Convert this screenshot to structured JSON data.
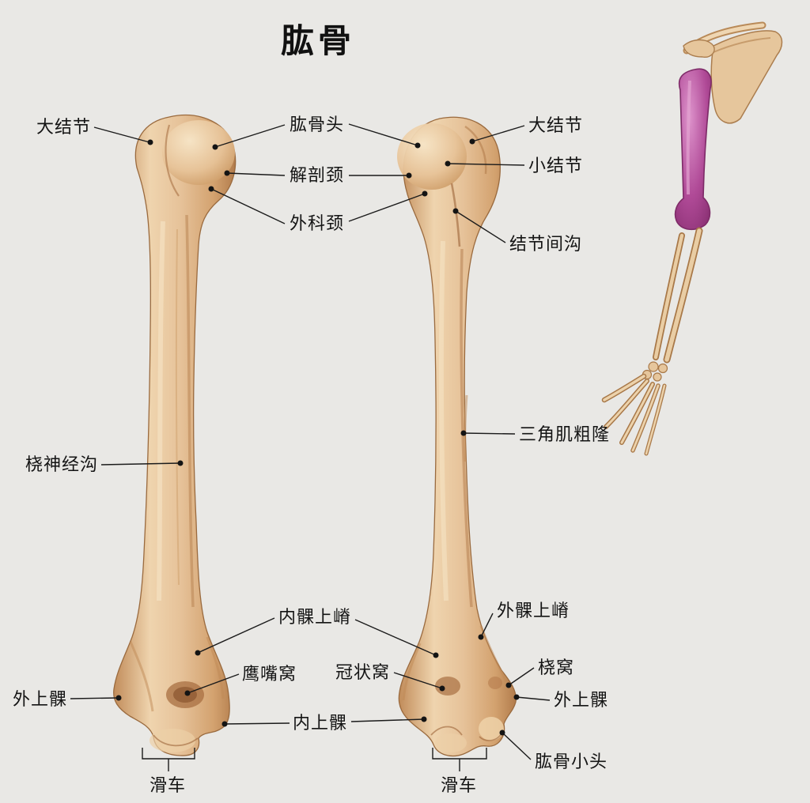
{
  "title": "肱骨",
  "colors": {
    "background": "#e9e8e5",
    "bone_light": "#f2ddbb",
    "bone_mid": "#ddb487",
    "bone_dark": "#b27c4c",
    "highlighted_humerus": "#b04a97",
    "label_text": "#141414",
    "leader_line": "#1b1b1b"
  },
  "labels": {
    "left": {
      "greater_tubercle": "大结节",
      "radial_nerve_groove": "桡神经沟",
      "lateral_epicondyle": "外上髁"
    },
    "center": {
      "head_of_humerus": "肱骨头",
      "anatomical_neck": "解剖颈",
      "surgical_neck": "外科颈",
      "medial_supracondylar_ridge": "内髁上嵴",
      "olecranon_fossa": "鹰嘴窝",
      "coronoid_fossa": "冠状窝",
      "medial_epicondyle": "内上髁",
      "trochlea_left": "滑车",
      "trochlea_right": "滑车"
    },
    "right": {
      "greater_tubercle": "大结节",
      "lesser_tubercle": "小结节",
      "intertubercular_groove": "结节间沟",
      "deltoid_tuberosity": "三角肌粗隆",
      "lateral_supracondylar_ridge": "外髁上嵴",
      "radial_fossa": "桡窝",
      "lateral_epicondyle": "外上髁",
      "capitulum": "肱骨小头"
    }
  }
}
